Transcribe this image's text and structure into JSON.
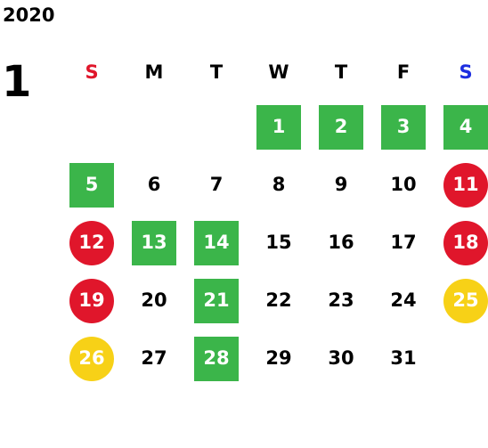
{
  "year": "2020",
  "month": "1",
  "colors": {
    "sunday_label": "#e0162b",
    "saturday_label": "#1d2ee0",
    "weekday_label": "#000000",
    "green": "#3bb54a",
    "red": "#e0162b",
    "yellow": "#f7d117"
  },
  "weekdays": [
    "S",
    "M",
    "T",
    "W",
    "T",
    "F",
    "S"
  ],
  "weeks": [
    [
      {
        "d": ""
      },
      {
        "d": ""
      },
      {
        "d": ""
      },
      {
        "d": "1",
        "m": "green"
      },
      {
        "d": "2",
        "m": "green"
      },
      {
        "d": "3",
        "m": "green"
      },
      {
        "d": "4",
        "m": "green"
      }
    ],
    [
      {
        "d": "5",
        "m": "green"
      },
      {
        "d": "6"
      },
      {
        "d": "7"
      },
      {
        "d": "8"
      },
      {
        "d": "9"
      },
      {
        "d": "10"
      },
      {
        "d": "11",
        "m": "red"
      }
    ],
    [
      {
        "d": "12",
        "m": "red"
      },
      {
        "d": "13",
        "m": "green"
      },
      {
        "d": "14",
        "m": "green"
      },
      {
        "d": "15"
      },
      {
        "d": "16"
      },
      {
        "d": "17"
      },
      {
        "d": "18",
        "m": "red"
      }
    ],
    [
      {
        "d": "19",
        "m": "red"
      },
      {
        "d": "20"
      },
      {
        "d": "21",
        "m": "green"
      },
      {
        "d": "22"
      },
      {
        "d": "23"
      },
      {
        "d": "24"
      },
      {
        "d": "25",
        "m": "yellow"
      }
    ],
    [
      {
        "d": "26",
        "m": "yellow"
      },
      {
        "d": "27"
      },
      {
        "d": "28",
        "m": "green"
      },
      {
        "d": "29"
      },
      {
        "d": "30"
      },
      {
        "d": "31"
      },
      {
        "d": ""
      }
    ]
  ]
}
